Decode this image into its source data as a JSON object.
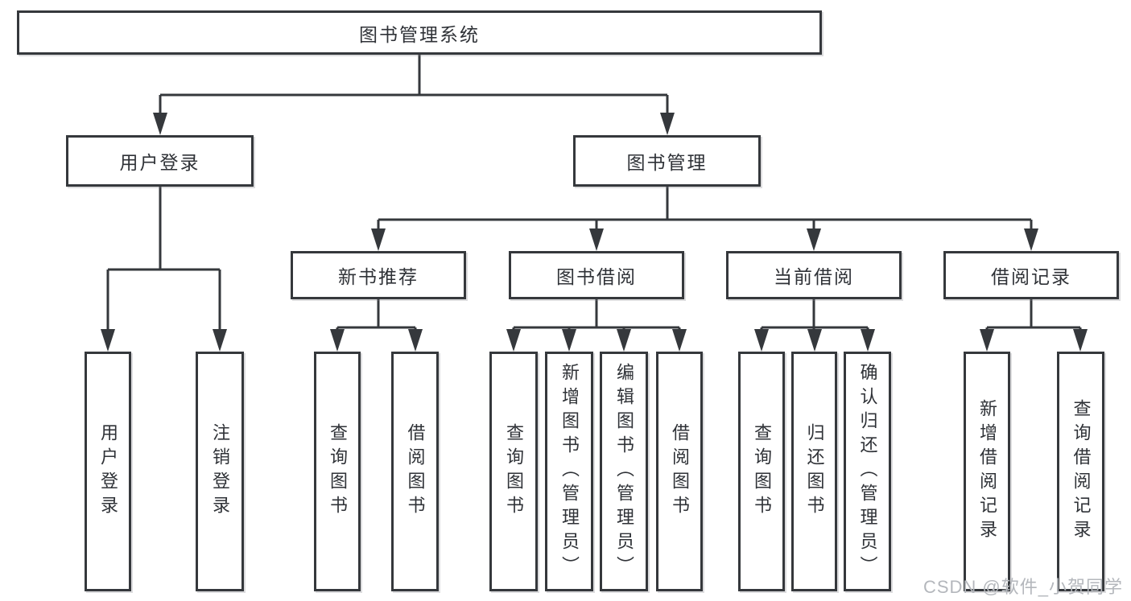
{
  "diagram": {
    "root": {
      "label": "图书管理系统"
    },
    "branches": [
      {
        "label": "用户登录",
        "children": [
          {
            "label": "用户登录"
          },
          {
            "label": "注销登录"
          }
        ]
      },
      {
        "label": "图书管理",
        "children": [
          {
            "label": "新书推荐",
            "children": [
              {
                "label": "查询图书"
              },
              {
                "label": "借阅图书"
              }
            ]
          },
          {
            "label": "图书借阅",
            "children": [
              {
                "label": "查询图书"
              },
              {
                "label": "新增图书（管理员）"
              },
              {
                "label": "编辑图书（管理员）"
              },
              {
                "label": "借阅图书"
              }
            ]
          },
          {
            "label": "当前借阅",
            "children": [
              {
                "label": "查询图书"
              },
              {
                "label": "归还图书"
              },
              {
                "label": "确认归还（管理员）"
              }
            ]
          },
          {
            "label": "借阅记录",
            "children": [
              {
                "label": "新增借阅记录"
              },
              {
                "label": "查询借阅记录"
              }
            ]
          }
        ]
      }
    ],
    "watermark": "CSDN @软件_小贺同学",
    "colors": {
      "line": "#35383c",
      "text": "#2f3237",
      "watermark": "#b4b7bc",
      "background": "#ffffff"
    }
  }
}
